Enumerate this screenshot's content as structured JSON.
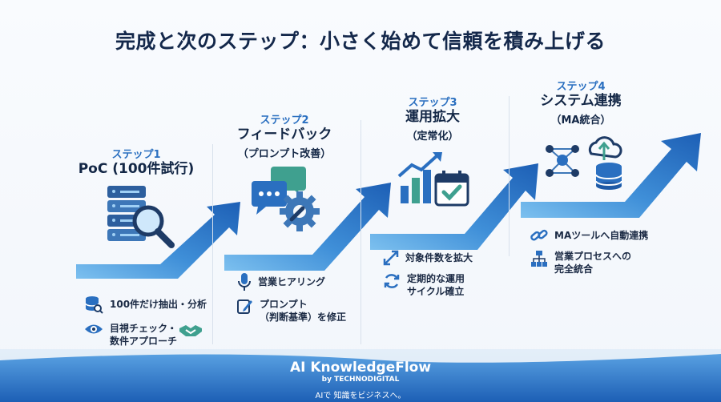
{
  "title": "完成と次のステップ：小さく始めて信頼を積み上げる",
  "steps": [
    {
      "label": "ステップ1",
      "head": "PoC (100件試行)",
      "sub": "",
      "items": [
        "100件だけ抽出・分析",
        "目視チェック・",
        "数件アプローチ"
      ]
    },
    {
      "label": "ステップ2",
      "head": "フィードバック",
      "sub": "（プロンプト改善）",
      "items": [
        "営業ヒアリング",
        "プロンプト",
        "（判断基準）を修正"
      ]
    },
    {
      "label": "ステップ3",
      "head": "運用拡大",
      "sub": "（定常化）",
      "items": [
        "対象件数を拡大",
        "定期的な運用",
        "サイクル確立"
      ]
    },
    {
      "label": "ステップ4",
      "head": "システム連携",
      "sub": "（MA統合）",
      "items": [
        "MAツールへ自動連携",
        "営業プロセスへの",
        "完全統合"
      ]
    }
  ],
  "footer": {
    "name": "AI KnowledgeFlow",
    "by": "by TECHNODIGITAL",
    "tagline": "AIで 知識をビジネスへ。"
  },
  "colors": {
    "accent": "#2a6fc0",
    "arrow_light": "#5aa9e6",
    "arrow_dark": "#1d5fb5",
    "text": "#14284b"
  },
  "icons": [
    "database-search-icon",
    "chat-gear-icon",
    "growth-chart-calendar-icon",
    "network-cloud-database-icon",
    "database-icon",
    "eye-icon",
    "handshake-icon",
    "microphone-icon",
    "edit-icon",
    "expand-arrows-icon",
    "refresh-cycle-icon",
    "link-icon",
    "org-chart-icon"
  ]
}
